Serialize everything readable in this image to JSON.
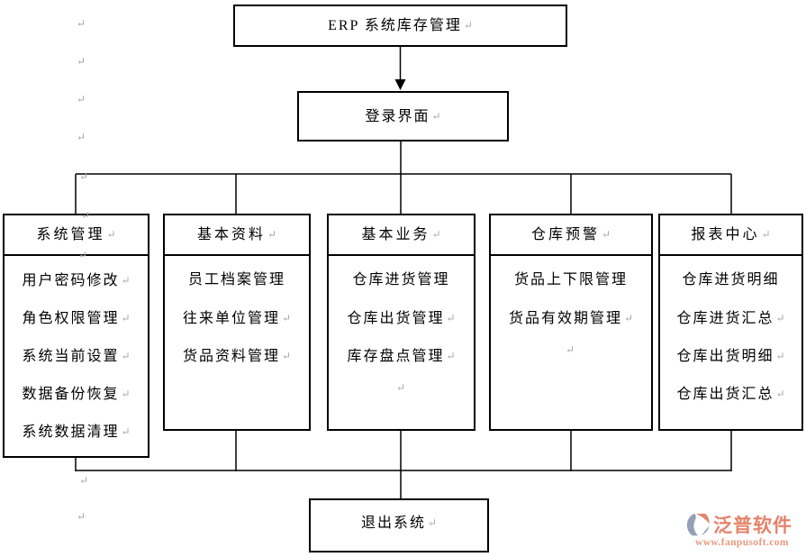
{
  "nodes": {
    "root": "ERP 系统库存管理",
    "login": "登录界面",
    "exit": "退出系统"
  },
  "columns": [
    {
      "header": "系统管理",
      "items": [
        "用户密码修改",
        "角色权限管理",
        "系统当前设置",
        "数据备份恢复",
        "系统数据清理"
      ]
    },
    {
      "header": "基本资料",
      "items": [
        "员工档案管理",
        "往来单位管理",
        "货品资料管理"
      ]
    },
    {
      "header": "基本业务",
      "items": [
        "仓库进货管理",
        "仓库出货管理",
        "库存盘点管理"
      ]
    },
    {
      "header": "仓库预警",
      "items": [
        "货品上下限管理",
        "货品有效期管理"
      ]
    },
    {
      "header": "报表中心",
      "items": [
        "仓库进货明细",
        "仓库进货汇总",
        "仓库出货明细",
        "仓库出货汇总"
      ]
    }
  ],
  "watermark": {
    "brand": "泛普软件",
    "url": "www.fanpusoft.com",
    "icon": "fanpu-logo-badge",
    "brand_color": "#e5836a",
    "url_color": "#e9997e",
    "icon_blue": "#93a0b5",
    "icon_salmon": "#e08a6d"
  },
  "marks": {
    "glyph": "↵",
    "color": "#a6a6a6"
  },
  "colors": {
    "line": "#000000",
    "text": "#000000",
    "box_background": "#ffffff",
    "page_background": "#ffffff"
  }
}
